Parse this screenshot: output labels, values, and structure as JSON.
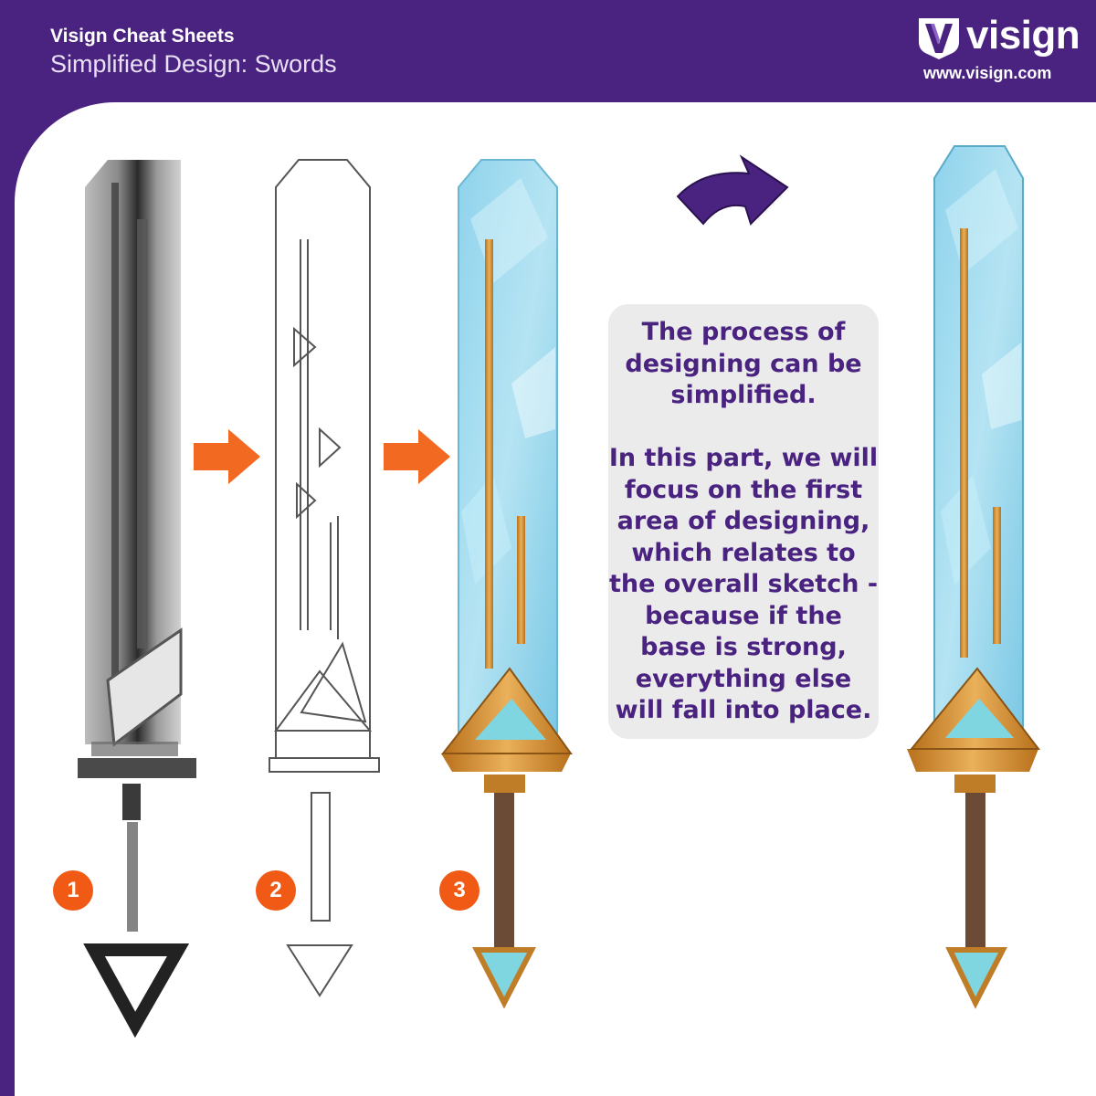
{
  "header": {
    "series": "Visign Cheat Sheets",
    "subtitle": "Simplified Design: Swords"
  },
  "brand": {
    "name": "visign",
    "url": "www.visign.com"
  },
  "steps": [
    "1",
    "2",
    "3"
  ],
  "note": {
    "paragraph_1": "The process of designing can be simplified.",
    "paragraph_2": "In this part, we will focus on the first area of designing, which relates to the overall sketch - because if the base is strong, everything else will fall into place."
  },
  "colors": {
    "brand_purple": "#4a2380",
    "arrow_orange": "#f26a21",
    "badge_orange": "#f05a14",
    "blade_blue": "#a9dff0",
    "gold": "#d8902e",
    "handle_brown": "#6b4a36",
    "gem_teal": "#7fd6e0",
    "note_bg": "#ebebeb"
  },
  "icons": [
    "visign-logo-icon",
    "arrow-right-icon",
    "curved-arrow-icon"
  ]
}
